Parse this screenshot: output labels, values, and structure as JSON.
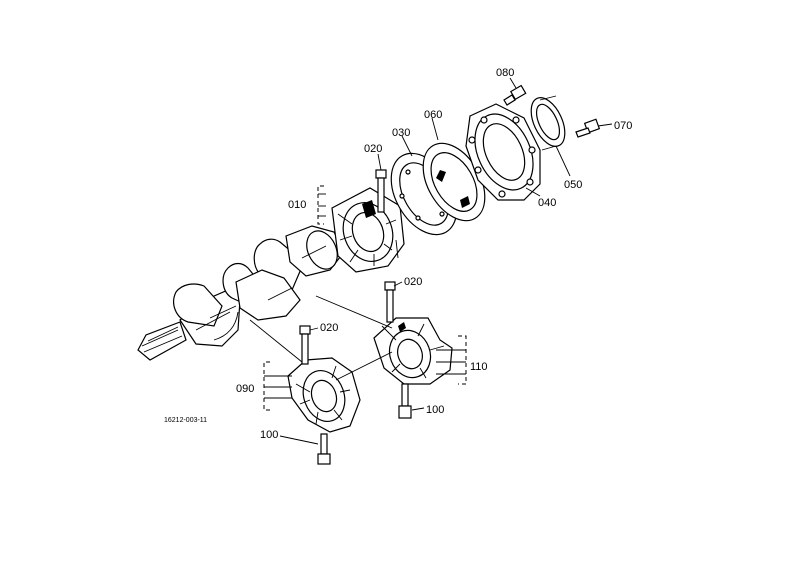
{
  "diagram": {
    "drawing_ref": "16212-003-11",
    "callouts": {
      "c010": "010",
      "c020a": "020",
      "c020b": "020",
      "c020c": "020",
      "c030": "030",
      "c040": "040",
      "c050": "050",
      "c060": "060",
      "c070": "070",
      "c080": "080",
      "c090": "090",
      "c100a": "100",
      "c100b": "100",
      "c110": "110"
    }
  }
}
